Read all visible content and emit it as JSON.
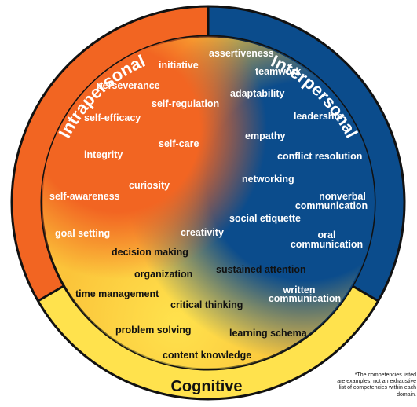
{
  "domains": {
    "intrapersonal": {
      "label": "Intrapersonal",
      "color": "#F26522"
    },
    "interpersonal": {
      "label": "Interpersonal",
      "color": "#0B4C8C"
    },
    "cognitive": {
      "label": "Cognitive",
      "color": "#FFE24D"
    }
  },
  "competencies": {
    "intrapersonal": [
      "initiative",
      "perseverance",
      "self-regulation",
      "self-efficacy",
      "self-care",
      "integrity",
      "curiosity",
      "self-awareness",
      "goal setting"
    ],
    "interpersonal": [
      "assertiveness",
      "teamwork",
      "adaptability",
      "leadership",
      "empathy",
      "conflict resolution",
      "networking",
      "nonverbal",
      "communication",
      "social etiquette",
      "oral",
      "communication",
      "written",
      "communication"
    ],
    "cognitive": [
      "creativity",
      "decision making",
      "organization",
      "sustained attention",
      "time management",
      "critical thinking",
      "problem solving",
      "learning schema",
      "content knowledge"
    ]
  },
  "footnote": [
    "*The competencies listed",
    "are examples, not an exhaustive",
    "list of competencies within each domain."
  ]
}
